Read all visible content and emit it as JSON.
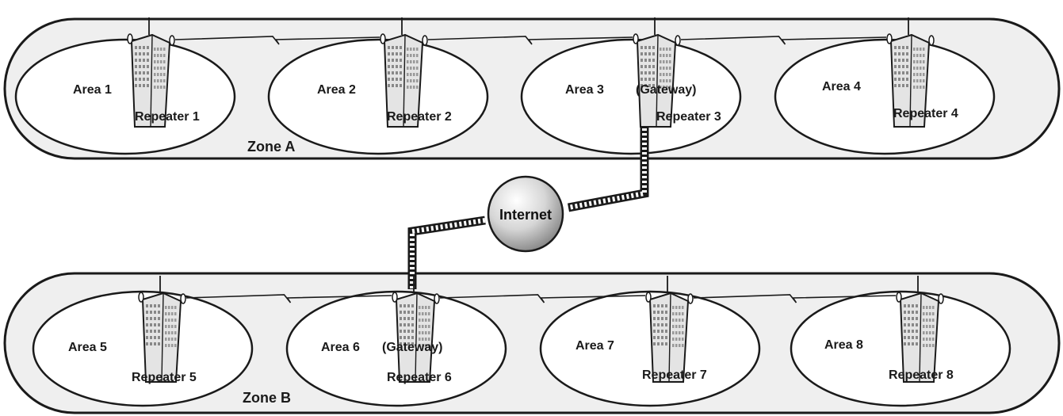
{
  "zones": [
    {
      "label": "Zone A",
      "areas": [
        {
          "area": "Area 1",
          "repeater": "Repeater 1",
          "gateway": ""
        },
        {
          "area": "Area 2",
          "repeater": "Repeater 2",
          "gateway": ""
        },
        {
          "area": "Area 3",
          "repeater": "Repeater 3",
          "gateway": "(Gateway)"
        },
        {
          "area": "Area 4",
          "repeater": "Repeater 4",
          "gateway": ""
        }
      ]
    },
    {
      "label": "Zone B",
      "areas": [
        {
          "area": "Area 5",
          "repeater": "Repeater 5",
          "gateway": ""
        },
        {
          "area": "Area 6",
          "repeater": "Repeater 6",
          "gateway": "(Gateway)"
        },
        {
          "area": "Area 7",
          "repeater": "Repeater 7",
          "gateway": ""
        },
        {
          "area": "Area 8",
          "repeater": "Repeater 8",
          "gateway": ""
        }
      ]
    }
  ],
  "internet": {
    "label": "Internet"
  },
  "colors": {
    "ink": "#1a1a1a",
    "zone_fill": "#efefef",
    "area_fill": "#ffffff",
    "building_fill": "#e4e4e4"
  }
}
